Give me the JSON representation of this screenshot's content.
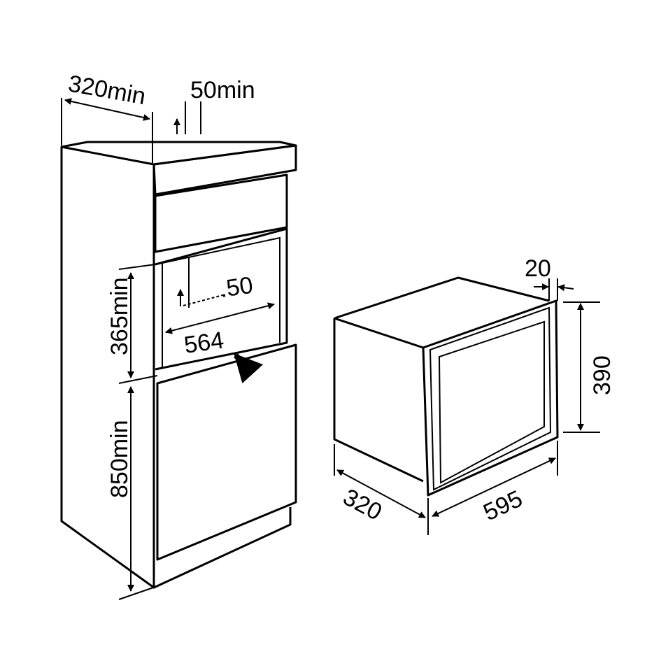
{
  "labels": {
    "cabinet_depth": "320min",
    "ventilation_gap": "50min",
    "niche_height": "365min",
    "base_height": "850min",
    "niche_back_gap": ".50",
    "niche_width": "564",
    "frame_depth": "20",
    "appliance_height": "390",
    "appliance_depth": "320",
    "appliance_width": "595"
  },
  "colors": {
    "line": "#000000",
    "background": "#ffffff"
  }
}
